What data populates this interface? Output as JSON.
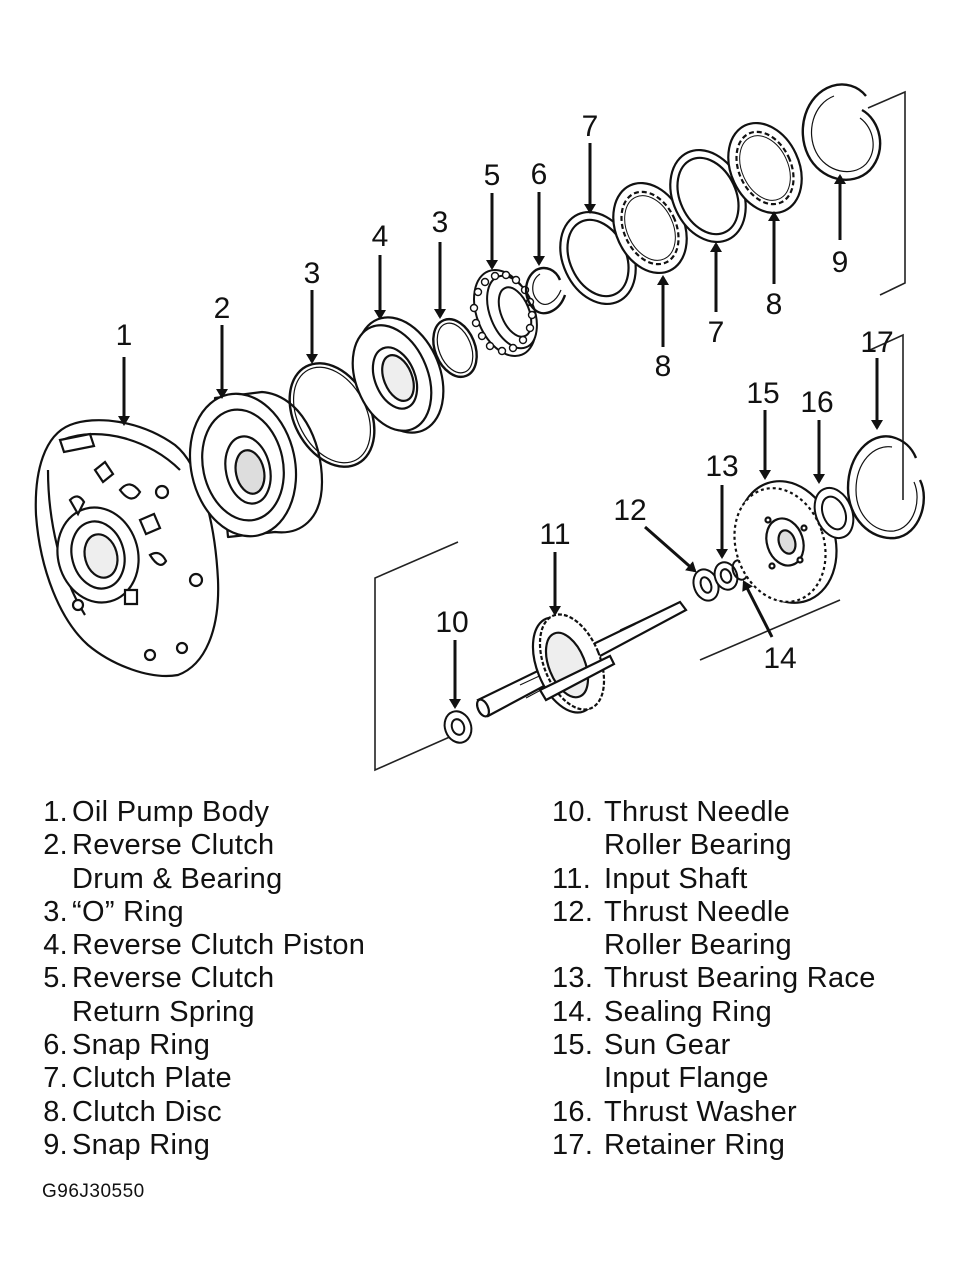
{
  "figure_code": "G96J30550",
  "callouts": {
    "c1": "1",
    "c2": "2",
    "c3a": "3",
    "c4": "4",
    "c3b": "3",
    "c5": "5",
    "c6": "6",
    "c7a": "7",
    "c8a": "8",
    "c7b": "7",
    "c8b": "8",
    "c9": "9",
    "c10": "10",
    "c11": "11",
    "c12": "12",
    "c13": "13",
    "c14": "14",
    "c15": "15",
    "c16": "16",
    "c17": "17"
  },
  "legend_left": [
    {
      "num": "1.",
      "lines": [
        "Oil Pump Body"
      ]
    },
    {
      "num": "2.",
      "lines": [
        "Reverse Clutch",
        "Drum & Bearing"
      ]
    },
    {
      "num": "3.",
      "lines": [
        "“O” Ring"
      ]
    },
    {
      "num": "4.",
      "lines": [
        "Reverse Clutch Piston"
      ]
    },
    {
      "num": "5.",
      "lines": [
        "Reverse Clutch",
        "Return Spring"
      ]
    },
    {
      "num": "6.",
      "lines": [
        "Snap Ring"
      ]
    },
    {
      "num": "7.",
      "lines": [
        "Clutch Plate"
      ]
    },
    {
      "num": "8.",
      "lines": [
        "Clutch Disc"
      ]
    },
    {
      "num": "9.",
      "lines": [
        "Snap Ring"
      ]
    }
  ],
  "legend_right": [
    {
      "num": "10.",
      "lines": [
        "Thrust Needle",
        "Roller Bearing"
      ]
    },
    {
      "num": "11.",
      "lines": [
        "Input Shaft"
      ]
    },
    {
      "num": "12.",
      "lines": [
        "Thrust Needle",
        "Roller Bearing"
      ]
    },
    {
      "num": "13.",
      "lines": [
        "Thrust Bearing Race"
      ]
    },
    {
      "num": "14.",
      "lines": [
        "Sealing Ring"
      ]
    },
    {
      "num": "15.",
      "lines": [
        "Sun Gear",
        "Input Flange"
      ]
    },
    {
      "num": "16.",
      "lines": [
        "Thrust Washer"
      ]
    },
    {
      "num": "17.",
      "lines": [
        "Retainer Ring"
      ]
    }
  ]
}
